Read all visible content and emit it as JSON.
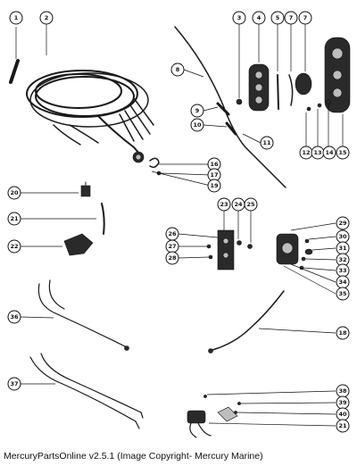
{
  "caption": "MercuryPartsOnline v2.5.1 (Image Copyright- Mercury Marine)",
  "callouts": [
    "1",
    "2",
    "3",
    "4",
    "5",
    "7",
    "7",
    "8",
    "9",
    "10",
    "11",
    "12",
    "13",
    "14",
    "15",
    "16",
    "17",
    "19",
    "20",
    "21",
    "22",
    "23",
    "24",
    "25",
    "26",
    "27",
    "28",
    "29",
    "30",
    "31",
    "32",
    "33",
    "34",
    "35",
    "36",
    "37",
    "38",
    "39",
    "40",
    "18"
  ]
}
